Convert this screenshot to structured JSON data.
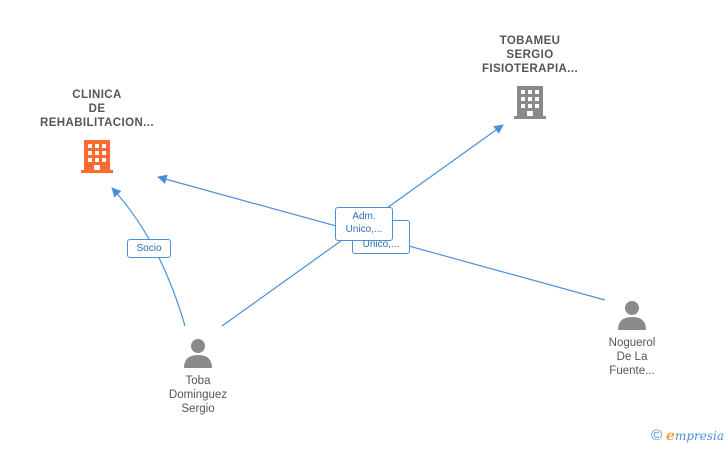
{
  "nodes": {
    "clinica": {
      "label": "CLINICA\nDE\nREHABILITACION...",
      "icon": "building-icon",
      "color": "#ff6a33"
    },
    "tobameu": {
      "label": "TOBAMEU\nSERGIO\nFISIOTERAPIA...",
      "icon": "building-icon",
      "color": "#8a8a8a"
    },
    "toba": {
      "label": "Toba\nDominguez\nSergio",
      "icon": "person-icon",
      "color": "#8a8a8a"
    },
    "noguerol": {
      "label": "Noguerol\nDe La\nFuente...",
      "icon": "person-icon",
      "color": "#8a8a8a"
    }
  },
  "edges": {
    "socio": "Socio",
    "adm": "Adm.\nUnico,...",
    "unico": "Unico,..."
  },
  "colors": {
    "edge": "#4a90d9"
  },
  "footer": {
    "copyright": "©",
    "brand_initial": "e",
    "brand_rest": "mpresia"
  }
}
